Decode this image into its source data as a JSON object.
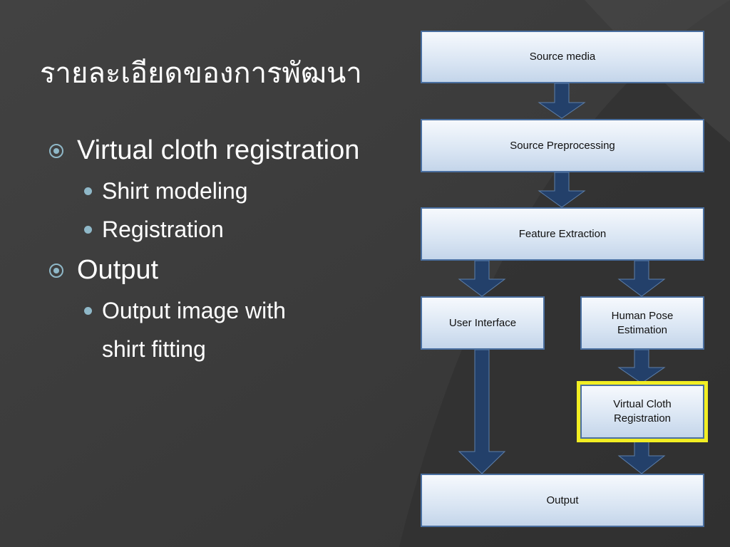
{
  "title": "รายละเอียดของการพัฒนา",
  "bullets": [
    {
      "text": "Virtual cloth registration",
      "sub": [
        "Shirt modeling",
        "Registration"
      ]
    },
    {
      "text": "Output",
      "sub": [
        "Output image with",
        "shirt fitting"
      ]
    }
  ],
  "flowchart": {
    "nodes": {
      "source_media": "Source media",
      "source_preprocessing": "Source Preprocessing",
      "feature_extraction": "Feature Extraction",
      "user_interface": "User Interface",
      "human_pose": "Human Pose Estimation",
      "virtual_cloth": "Virtual Cloth Registration",
      "output": "Output"
    },
    "highlighted_node": "virtual_cloth"
  },
  "colors": {
    "background": "#3a3a3a",
    "box_border": "#4a6fa0",
    "arrow": "#23406a",
    "highlight": "#f2ee23",
    "bullet_sub": "#8fb8c8"
  }
}
